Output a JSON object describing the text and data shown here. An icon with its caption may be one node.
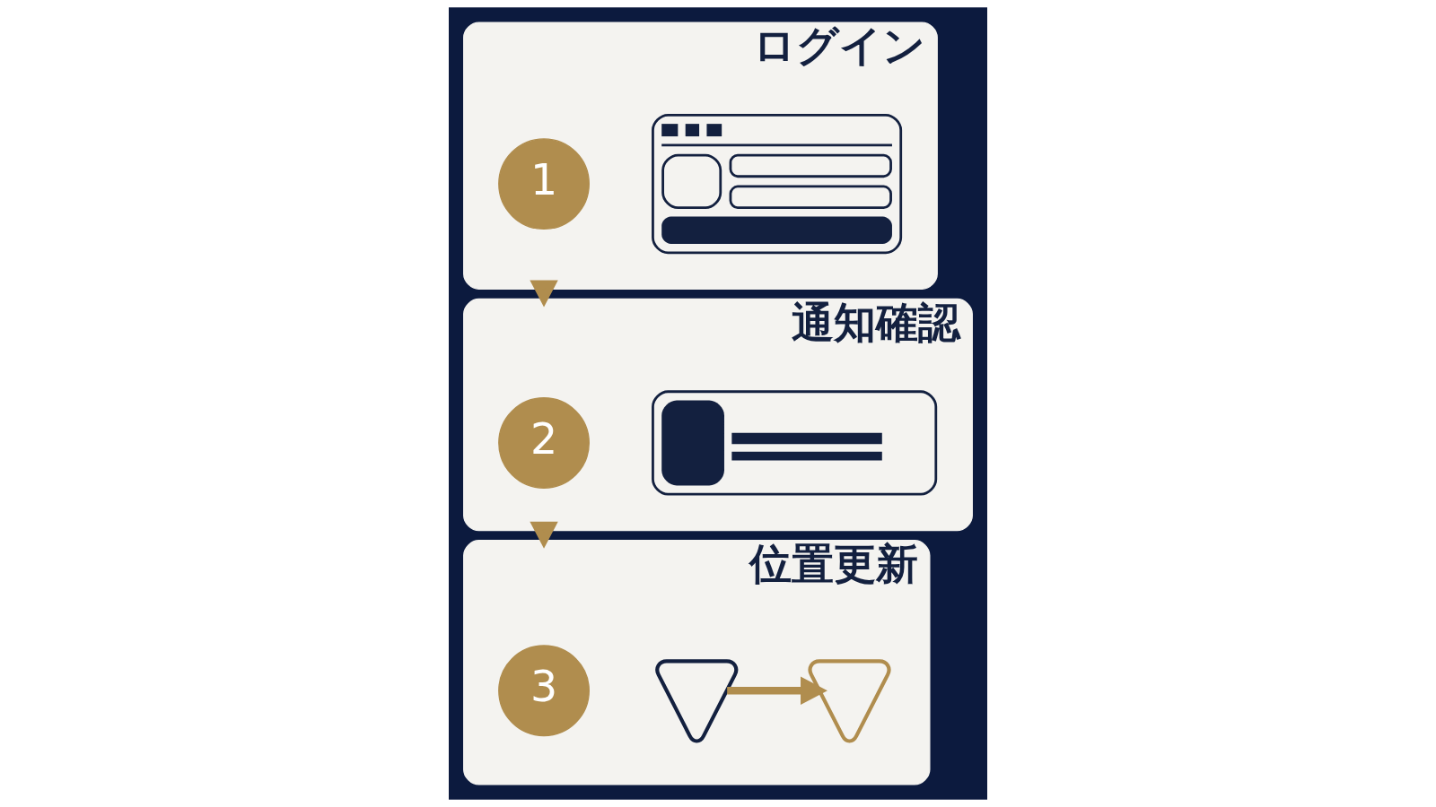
{
  "diagram": {
    "nodes": [
      {
        "text": [
          "ログイン"
        ]
      },
      {
        "text": [
          "1"
        ],
        "in": 0
      },
      {
        "text": [],
        "shape": "picture",
        "in": 0
      },
      {
        "text": [
          "通知確認"
        ]
      },
      {
        "text": [
          "2"
        ],
        "in": 3
      },
      {
        "text": [],
        "shape": "picture",
        "in": 3
      },
      {
        "text": [
          "位置更新"
        ]
      },
      {
        "text": [
          "3"
        ],
        "in": 6
      },
      {
        "text": [],
        "shape": "picture",
        "in": 6
      },
      {
        "text": [],
        "shape": "picture",
        "in": 6
      }
    ],
    "edges": [
      {
        "from": 0,
        "to": 3,
        "arrow": "to"
      },
      {
        "from": 3,
        "to": 6,
        "arrow": "to"
      },
      {
        "from": 8,
        "to": 9,
        "arrow": "to"
      }
    ]
  }
}
